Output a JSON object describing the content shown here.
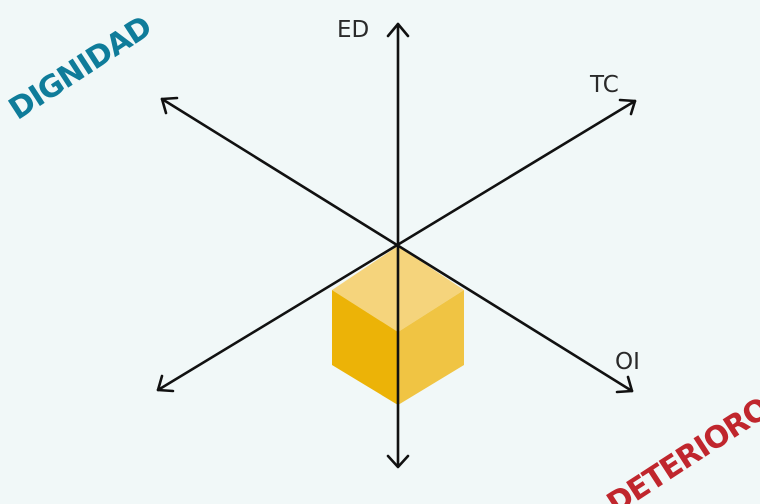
{
  "axes": {
    "ed": "ED",
    "tc": "TC",
    "oi": "OI"
  },
  "words": {
    "dignidad": "DIGNIDAD",
    "deterioro": "DETERIORO"
  },
  "colors": {
    "background": "#f1f8f8",
    "axis": "#111111",
    "dignidad": "#0f7c9a",
    "deterioro": "#c0262d",
    "cube_top": "#f5d47c",
    "cube_left": "#ecb307",
    "cube_right": "#f0c443"
  }
}
